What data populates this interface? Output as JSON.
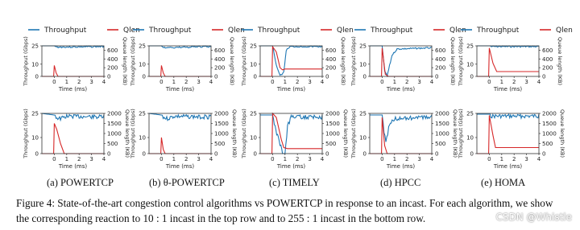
{
  "legend": {
    "throughput": "Throughput",
    "qlen": "Qlen",
    "throughput_color": "#1f77b4",
    "qlen_color": "#d62728"
  },
  "axes": {
    "y_left": "Throughput (Gbps)",
    "y_right": "Queue length (KB)",
    "x": "Time (ms)",
    "y_left_ticks": [
      "0",
      "10",
      "25"
    ],
    "y_right_ticks_top": [
      "0",
      "200",
      "400",
      "600"
    ],
    "y_right_ticks_bottom": [
      "0",
      "500",
      "1000",
      "1500",
      "2000"
    ],
    "x_ticks": [
      "0",
      "1",
      "2",
      "3",
      "4"
    ]
  },
  "subfigures": [
    {
      "label": "(a) POWERTCP"
    },
    {
      "label": "(b) θ-POWERTCP"
    },
    {
      "label": "(c) TIMELY"
    },
    {
      "label": "(d) HPCC"
    },
    {
      "label": "(e) HOMA"
    }
  ],
  "caption": {
    "line1": "Figure 4: State-of-the-art congestion control algorithms vs POWERTCP in response to an incast. For each algorithm, we show",
    "line2": "the corresponding reaction to 10 : 1 incast in the top row and to 255 : 1 incast in the bottom row."
  },
  "watermark": "CSDN @Whistle",
  "chart_data": [
    {
      "type": "line",
      "title": "POWERTCP 10:1",
      "xlabel": "Time (ms)",
      "ylabel": "Throughput (Gbps)",
      "y2label": "Queue length (KB)",
      "xlim": [
        -1,
        4
      ],
      "ylim": [
        0,
        25
      ],
      "y2lim": [
        0,
        700
      ],
      "series": [
        {
          "name": "Throughput",
          "x": [
            -1,
            0,
            0.1,
            4
          ],
          "y": [
            25,
            25,
            24.5,
            25
          ]
        },
        {
          "name": "Qlen",
          "axis": "right",
          "x": [
            -1,
            -0.05,
            0,
            0.15,
            0.3,
            4
          ],
          "y": [
            0,
            0,
            250,
            80,
            0,
            0
          ]
        }
      ]
    },
    {
      "type": "line",
      "title": "θ-POWERTCP 10:1",
      "xlabel": "Time (ms)",
      "ylabel": "Throughput (Gbps)",
      "y2label": "Queue length (KB)",
      "xlim": [
        -1,
        4
      ],
      "ylim": [
        0,
        25
      ],
      "y2lim": [
        0,
        700
      ],
      "series": [
        {
          "name": "Throughput",
          "x": [
            -1,
            0,
            0.1,
            4
          ],
          "y": [
            25,
            25,
            24,
            25
          ]
        },
        {
          "name": "Qlen",
          "axis": "right",
          "x": [
            -1,
            -0.05,
            0,
            0.15,
            0.3,
            4
          ],
          "y": [
            0,
            0,
            250,
            80,
            0,
            0
          ]
        }
      ]
    },
    {
      "type": "line",
      "title": "TIMELY 10:1",
      "xlabel": "Time (ms)",
      "ylabel": "Throughput (Gbps)",
      "y2label": "Queue length (KB)",
      "xlim": [
        -1,
        4
      ],
      "ylim": [
        0,
        25
      ],
      "y2lim": [
        0,
        700
      ],
      "series": [
        {
          "name": "Throughput",
          "x": [
            -1,
            0,
            0.3,
            0.6,
            0.9,
            1.1,
            1.4,
            4
          ],
          "y": [
            25,
            25,
            10,
            1,
            4,
            22,
            25,
            25
          ]
        },
        {
          "name": "Qlen",
          "axis": "right",
          "x": [
            -1,
            -0.05,
            0,
            0.3,
            0.6,
            0.8,
            1.0,
            4
          ],
          "y": [
            0,
            0,
            680,
            560,
            200,
            150,
            170,
            170
          ]
        }
      ]
    },
    {
      "type": "line",
      "title": "HPCC 10:1",
      "xlabel": "Time (ms)",
      "ylabel": "Throughput (Gbps)",
      "y2label": "Queue length (KB)",
      "xlim": [
        -1,
        4
      ],
      "ylim": [
        0,
        25
      ],
      "y2lim": [
        0,
        700
      ],
      "series": [
        {
          "name": "Throughput",
          "x": [
            -1,
            0,
            0.2,
            0.4,
            0.8,
            1.2,
            4
          ],
          "y": [
            25,
            25,
            5,
            1,
            18,
            23,
            24
          ]
        },
        {
          "name": "Qlen",
          "axis": "right",
          "x": [
            -1,
            -0.05,
            0,
            0.25,
            0.5,
            4
          ],
          "y": [
            0,
            0,
            650,
            50,
            0,
            0
          ]
        }
      ]
    },
    {
      "type": "line",
      "title": "HOMA 10:1",
      "xlabel": "Time (ms)",
      "ylabel": "Throughput (Gbps)",
      "y2label": "Queue length (KB)",
      "xlim": [
        -1,
        4
      ],
      "ylim": [
        0,
        25
      ],
      "y2lim": [
        0,
        700
      ],
      "series": [
        {
          "name": "Throughput",
          "x": [
            -1,
            4
          ],
          "y": [
            25,
            25
          ]
        },
        {
          "name": "Qlen",
          "axis": "right",
          "x": [
            -1,
            -0.05,
            0,
            0.3,
            0.6,
            4
          ],
          "y": [
            0,
            0,
            650,
            300,
            110,
            110
          ]
        }
      ]
    },
    {
      "type": "line",
      "title": "POWERTCP 255:1",
      "xlabel": "Time (ms)",
      "ylabel": "Throughput (Gbps)",
      "y2label": "Queue length (KB)",
      "xlim": [
        -1,
        4
      ],
      "ylim": [
        0,
        25
      ],
      "y2lim": [
        0,
        2000
      ],
      "series": [
        {
          "name": "Throughput",
          "x": [
            -1,
            0,
            0.5,
            1,
            4
          ],
          "y": [
            25,
            24,
            23,
            24.5,
            24
          ]
        },
        {
          "name": "Qlen",
          "axis": "right",
          "x": [
            -1,
            -0.05,
            0,
            0.2,
            0.5,
            0.8,
            4
          ],
          "y": [
            0,
            0,
            1500,
            1200,
            500,
            0,
            0
          ]
        }
      ]
    },
    {
      "type": "line",
      "title": "θ-POWERTCP 255:1",
      "xlabel": "Time (ms)",
      "ylabel": "Throughput (Gbps)",
      "y2label": "Queue length (KB)",
      "xlim": [
        -1,
        4
      ],
      "ylim": [
        0,
        25
      ],
      "y2lim": [
        0,
        2000
      ],
      "series": [
        {
          "name": "Throughput",
          "x": [
            -1,
            0,
            0.5,
            1,
            4
          ],
          "y": [
            25,
            24,
            23,
            24.5,
            24
          ]
        },
        {
          "name": "Qlen",
          "axis": "right",
          "x": [
            -1,
            -0.05,
            0,
            0.15,
            0.3,
            4
          ],
          "y": [
            0,
            0,
            800,
            200,
            0,
            0
          ]
        }
      ]
    },
    {
      "type": "line",
      "title": "TIMELY 255:1",
      "xlabel": "Time (ms)",
      "ylabel": "Throughput (Gbps)",
      "y2label": "Queue length (KB)",
      "xlim": [
        -1,
        4
      ],
      "ylim": [
        0,
        25
      ],
      "y2lim": [
        0,
        2000
      ],
      "series": [
        {
          "name": "Throughput",
          "x": [
            -1,
            0,
            0.4,
            0.8,
            1.0,
            1.2,
            1.5,
            4
          ],
          "y": [
            24,
            24,
            12,
            2,
            0,
            18,
            24,
            24
          ]
        },
        {
          "name": "Qlen",
          "axis": "right",
          "x": [
            -1,
            -0.05,
            0,
            0.3,
            0.7,
            0.9,
            1.2,
            4
          ],
          "y": [
            0,
            0,
            2000,
            1800,
            700,
            300,
            250,
            250
          ]
        }
      ]
    },
    {
      "type": "line",
      "title": "HPCC 255:1",
      "xlabel": "Time (ms)",
      "ylabel": "Throughput (Gbps)",
      "y2label": "Queue length (KB)",
      "xlim": [
        -1,
        4
      ],
      "ylim": [
        0,
        25
      ],
      "y2lim": [
        0,
        2000
      ],
      "series": [
        {
          "name": "Throughput",
          "x": [
            -1,
            0,
            0.15,
            0.3,
            0.6,
            1,
            4
          ],
          "y": [
            24,
            24,
            15,
            8,
            20,
            23,
            24
          ]
        },
        {
          "name": "Qlen",
          "axis": "right",
          "x": [
            -1,
            -0.05,
            0,
            0.2,
            0.4,
            4
          ],
          "y": [
            0,
            0,
            1800,
            400,
            0,
            0
          ]
        }
      ]
    },
    {
      "type": "line",
      "title": "HOMA 255:1",
      "xlabel": "Time (ms)",
      "ylabel": "Throughput (Gbps)",
      "y2label": "Queue length (KB)",
      "xlim": [
        -1,
        4
      ],
      "ylim": [
        0,
        25
      ],
      "y2lim": [
        0,
        2000
      ],
      "series": [
        {
          "name": "Throughput",
          "x": [
            -1,
            4
          ],
          "y": [
            24.5,
            24.5
          ]
        },
        {
          "name": "Qlen",
          "axis": "right",
          "x": [
            -1,
            -0.05,
            0,
            0.3,
            0.5,
            4
          ],
          "y": [
            0,
            0,
            1900,
            900,
            300,
            300
          ]
        }
      ]
    }
  ]
}
